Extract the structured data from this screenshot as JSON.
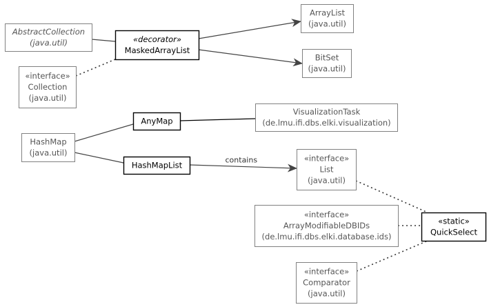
{
  "diagram": {
    "nodes": [
      {
        "id": "AbstractCollection",
        "lines": [
          "AbstractCollection",
          "(java.util)"
        ],
        "kind": "secondary",
        "italic": true
      },
      {
        "id": "MaskedArrayList",
        "lines": [
          "«decorator»",
          "MaskedArrayList"
        ],
        "kind": "primary",
        "italic_first": true
      },
      {
        "id": "ArrayList",
        "lines": [
          "ArrayList",
          "(java.util)"
        ],
        "kind": "secondary"
      },
      {
        "id": "BitSet",
        "lines": [
          "BitSet",
          "(java.util)"
        ],
        "kind": "secondary"
      },
      {
        "id": "Collection",
        "lines": [
          "«interface»",
          "Collection",
          "(java.util)"
        ],
        "kind": "secondary"
      },
      {
        "id": "AnyMap",
        "lines": [
          "AnyMap"
        ],
        "kind": "primary"
      },
      {
        "id": "VisualizationTask",
        "lines": [
          "VisualizationTask",
          "(de.lmu.ifi.dbs.elki.visualization)"
        ],
        "kind": "secondary"
      },
      {
        "id": "HashMap",
        "lines": [
          "HashMap",
          "(java.util)"
        ],
        "kind": "secondary"
      },
      {
        "id": "HashMapList",
        "lines": [
          "HashMapList"
        ],
        "kind": "primary"
      },
      {
        "id": "List",
        "lines": [
          "«interface»",
          "List",
          "(java.util)"
        ],
        "kind": "secondary"
      },
      {
        "id": "ArrayModifiableDBIDs",
        "lines": [
          "«interface»",
          "ArrayModifiableDBIDs",
          "(de.lmu.ifi.dbs.elki.database.ids)"
        ],
        "kind": "secondary"
      },
      {
        "id": "QuickSelect",
        "lines": [
          "«static»",
          "QuickSelect"
        ],
        "kind": "primary"
      },
      {
        "id": "Comparator",
        "lines": [
          "«interface»",
          "Comparator",
          "(java.util)"
        ],
        "kind": "secondary"
      }
    ],
    "edges": [
      {
        "from": "AbstractCollection",
        "to": "MaskedArrayList",
        "style": "solid"
      },
      {
        "from": "MaskedArrayList",
        "to": "ArrayList",
        "style": "arrow"
      },
      {
        "from": "MaskedArrayList",
        "to": "BitSet",
        "style": "arrow"
      },
      {
        "from": "Collection",
        "to": "MaskedArrayList",
        "style": "dotted"
      },
      {
        "from": "HashMap",
        "to": "AnyMap",
        "style": "solid"
      },
      {
        "from": "AnyMap",
        "to": "VisualizationTask",
        "style": "solid-dark"
      },
      {
        "from": "HashMap",
        "to": "HashMapList",
        "style": "solid"
      },
      {
        "from": "HashMapList",
        "to": "List",
        "style": "arrow",
        "label": "contains"
      },
      {
        "from": "List",
        "to": "QuickSelect",
        "style": "dotted"
      },
      {
        "from": "ArrayModifiableDBIDs",
        "to": "QuickSelect",
        "style": "dotted"
      },
      {
        "from": "Comparator",
        "to": "QuickSelect",
        "style": "dotted"
      }
    ]
  }
}
